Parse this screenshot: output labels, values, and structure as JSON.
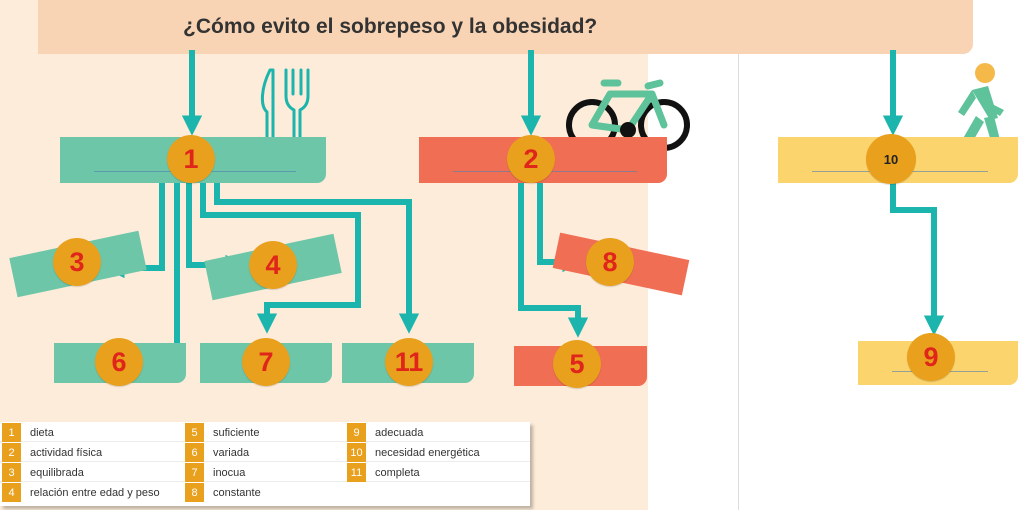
{
  "title": "¿Cómo evito el sobrepeso y la obesidad?",
  "colors": {
    "green": "#6ec6a9",
    "red": "#f06e54",
    "yellow": "#fcd46e",
    "orange_circle": "#e8a01d",
    "number_red": "#e0251b",
    "arrow_teal": "#1cb5ad",
    "background_peach": "#fdecd9",
    "title_band": "#f9d4b4"
  },
  "icons": [
    "fork-knife-icon",
    "bicycle-icon",
    "walking-person-icon"
  ],
  "nodes": [
    {
      "id": "n1",
      "label": "1",
      "color": "green"
    },
    {
      "id": "n2",
      "label": "2",
      "color": "red"
    },
    {
      "id": "n10",
      "label": "10",
      "color": "yellow"
    },
    {
      "id": "n3",
      "label": "3",
      "color": "green"
    },
    {
      "id": "n4",
      "label": "4",
      "color": "green"
    },
    {
      "id": "n8",
      "label": "8",
      "color": "red"
    },
    {
      "id": "n6",
      "label": "6",
      "color": "green"
    },
    {
      "id": "n7",
      "label": "7",
      "color": "green"
    },
    {
      "id": "n11",
      "label": "11",
      "color": "green"
    },
    {
      "id": "n5",
      "label": "5",
      "color": "red"
    },
    {
      "id": "n9",
      "label": "9",
      "color": "yellow"
    }
  ],
  "edges": [
    {
      "from": "title",
      "to": "n1"
    },
    {
      "from": "title",
      "to": "n2"
    },
    {
      "from": "title",
      "to": "n10"
    },
    {
      "from": "n1",
      "to": "n3"
    },
    {
      "from": "n1",
      "to": "n4"
    },
    {
      "from": "n1",
      "to": "n6"
    },
    {
      "from": "n1",
      "to": "n7"
    },
    {
      "from": "n1",
      "to": "n11"
    },
    {
      "from": "n2",
      "to": "n8"
    },
    {
      "from": "n2",
      "to": "n5"
    },
    {
      "from": "n10",
      "to": "n9"
    }
  ],
  "legend": [
    {
      "num": "1",
      "text": "dieta"
    },
    {
      "num": "2",
      "text": "actividad física"
    },
    {
      "num": "3",
      "text": "equilibrada"
    },
    {
      "num": "4",
      "text": "relación entre edad y peso"
    },
    {
      "num": "5",
      "text": "suficiente"
    },
    {
      "num": "6",
      "text": "variada"
    },
    {
      "num": "7",
      "text": "inocua"
    },
    {
      "num": "8",
      "text": "constante"
    },
    {
      "num": "9",
      "text": "adecuada"
    },
    {
      "num": "10",
      "text": "necesidad energética"
    },
    {
      "num": "11",
      "text": "completa"
    }
  ]
}
